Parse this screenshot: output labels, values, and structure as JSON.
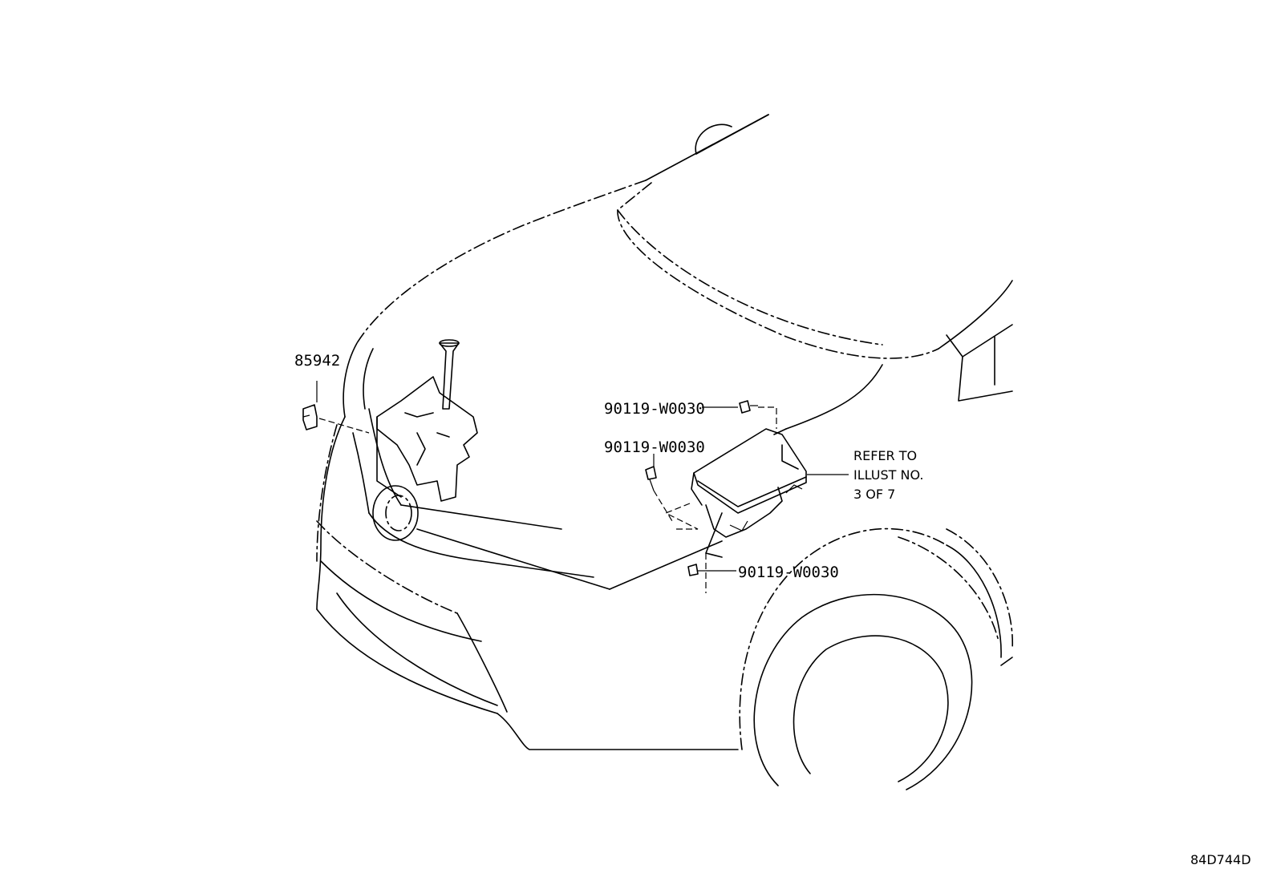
{
  "diagram": {
    "callouts": {
      "bracket_part": "85942",
      "bolt_top": "90119-W0030",
      "bolt_middle": "90119-W0030",
      "bolt_bottom": "90119-W0030"
    },
    "refer_note": {
      "line1": "REFER TO",
      "line2": "ILLUST NO.",
      "line3": "3 OF 7"
    },
    "illustration_code": "84D744D"
  }
}
